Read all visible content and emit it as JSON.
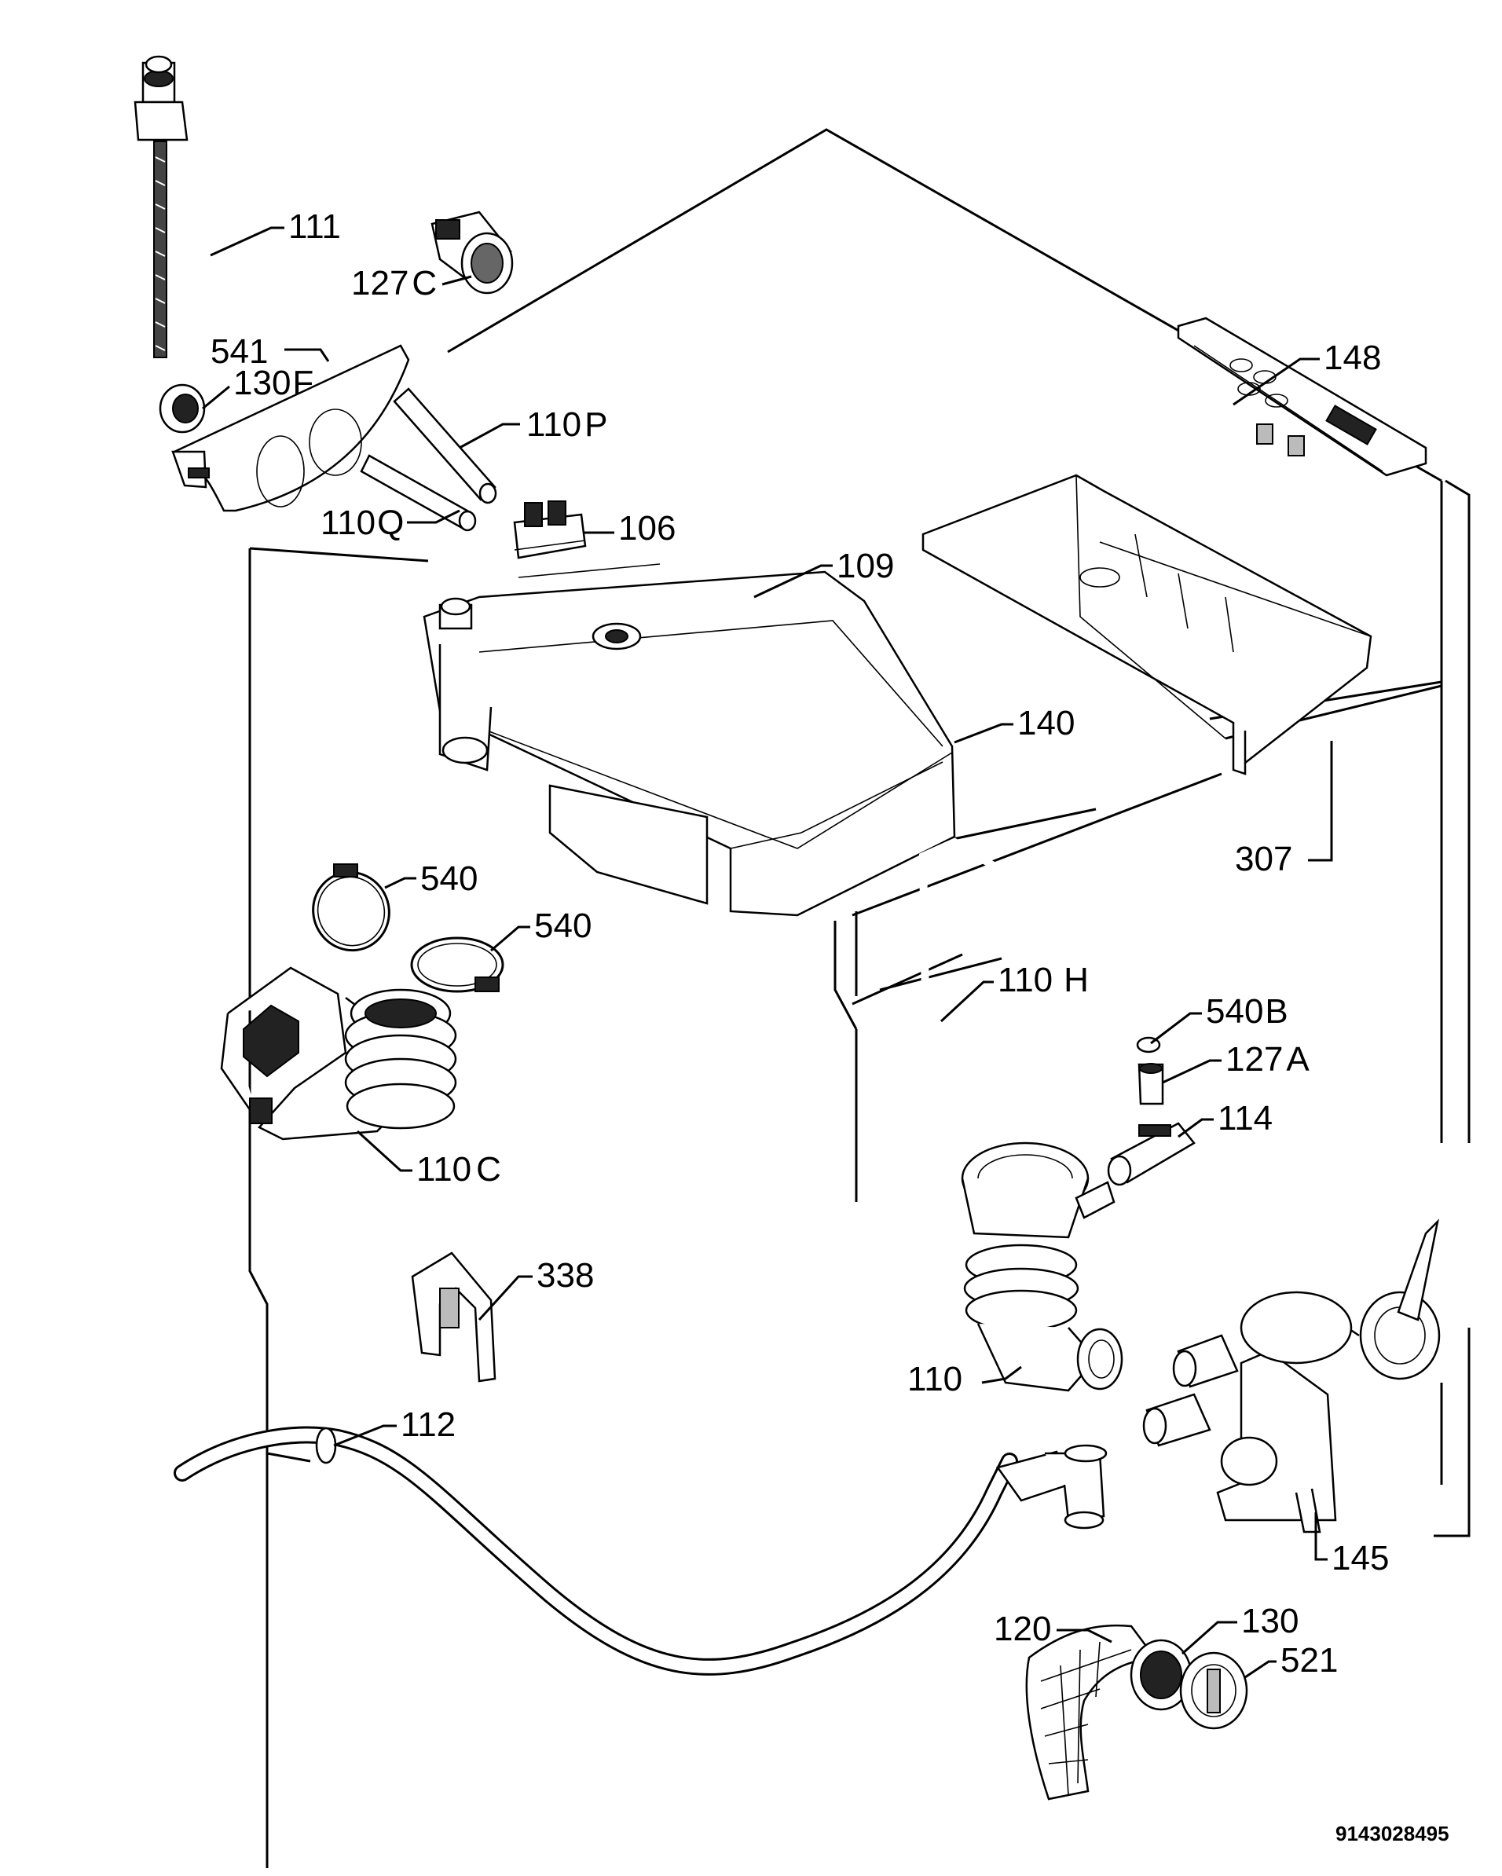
{
  "diagram": {
    "callouts": [
      {
        "id": "111",
        "num": "111",
        "suffix": ""
      },
      {
        "id": "127c",
        "num": "127",
        "suffix": "C"
      },
      {
        "id": "541",
        "num": "541",
        "suffix": ""
      },
      {
        "id": "130f",
        "num": "130",
        "suffix": "F"
      },
      {
        "id": "110p",
        "num": "110",
        "suffix": "P"
      },
      {
        "id": "110q",
        "num": "110",
        "suffix": "Q"
      },
      {
        "id": "106",
        "num": "106",
        "suffix": ""
      },
      {
        "id": "109",
        "num": "109",
        "suffix": ""
      },
      {
        "id": "148",
        "num": "148",
        "suffix": ""
      },
      {
        "id": "140",
        "num": "140",
        "suffix": ""
      },
      {
        "id": "307",
        "num": "307",
        "suffix": ""
      },
      {
        "id": "540a",
        "num": "540",
        "suffix": ""
      },
      {
        "id": "540b2",
        "num": "540",
        "suffix": ""
      },
      {
        "id": "110h",
        "num": "110",
        "suffix": "H"
      },
      {
        "id": "540b",
        "num": "540",
        "suffix": "B"
      },
      {
        "id": "127a",
        "num": "127",
        "suffix": "A"
      },
      {
        "id": "114",
        "num": "114",
        "suffix": ""
      },
      {
        "id": "110c",
        "num": "110",
        "suffix": "C"
      },
      {
        "id": "338",
        "num": "338",
        "suffix": ""
      },
      {
        "id": "110",
        "num": "110",
        "suffix": ""
      },
      {
        "id": "112",
        "num": "112",
        "suffix": ""
      },
      {
        "id": "145",
        "num": "145",
        "suffix": ""
      },
      {
        "id": "130",
        "num": "130",
        "suffix": ""
      },
      {
        "id": "120",
        "num": "120",
        "suffix": ""
      },
      {
        "id": "521",
        "num": "521",
        "suffix": ""
      }
    ],
    "drawing_code": "9143028495"
  }
}
